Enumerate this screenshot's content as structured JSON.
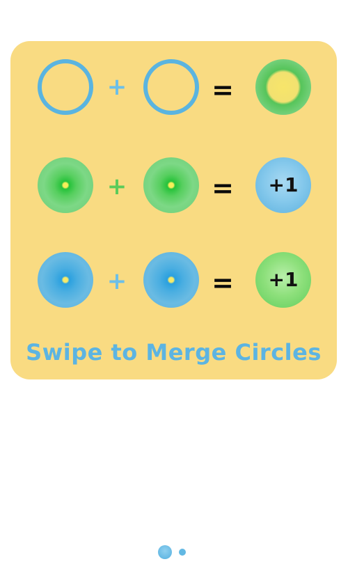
{
  "tutorial": {
    "rows": [
      {
        "plus": "+",
        "equals": "=",
        "result_text": ""
      },
      {
        "plus": "+",
        "equals": "=",
        "result_text": "+1"
      },
      {
        "plus": "+",
        "equals": "=",
        "result_text": "+1"
      }
    ],
    "caption": "Swipe to Merge Circles"
  },
  "pager": {
    "pages": 2,
    "current": 1
  },
  "colors": {
    "card_background": "#f9db82",
    "blue_circle": "#5ab4e0",
    "green_circle": "#61cd5b",
    "yellow_center": "#f6ef5a",
    "caption_text": "#5cb4e2"
  },
  "icons": {
    "blue_ring": "blue-ring-icon",
    "green_ring": "green-ring-icon",
    "green_disc": "green-disc-icon",
    "blue_disc": "blue-disc-icon",
    "blue_plus_one": "blue-plus-one-icon",
    "green_plus_one": "green-plus-one-icon"
  }
}
